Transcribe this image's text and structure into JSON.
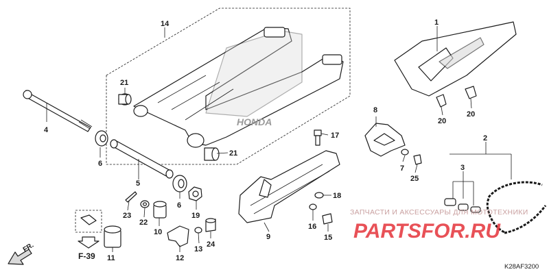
{
  "callouts": {
    "p1": "1",
    "p2": "2",
    "p3": "3",
    "p4": "4",
    "p5": "5",
    "p6a": "6",
    "p6b": "6",
    "p7": "7",
    "p8": "8",
    "p9": "9",
    "p10": "10",
    "p11": "11",
    "p12": "12",
    "p13": "13",
    "p14": "14",
    "p15": "15",
    "p16": "16",
    "p17": "17",
    "p18": "18",
    "p19": "19",
    "p20a": "20",
    "p20b": "20",
    "p21a": "21",
    "p21b": "21",
    "p22": "22",
    "p23": "23",
    "p24": "24",
    "p25": "25"
  },
  "front_marker": "FR.",
  "reference": "F-39",
  "diagram_code": "K28AF3200",
  "watermark": {
    "line1": "ЗАПЧАСТИ И АКСЕССУАРЫ ДЛЯ МОТОТЕХНИКИ",
    "line2": "PARTSFOR.RU"
  },
  "colors": {
    "ink": "#1a1a1a",
    "watermark_red": "#e5333a",
    "watermark_gray": "#c9a0a0"
  }
}
